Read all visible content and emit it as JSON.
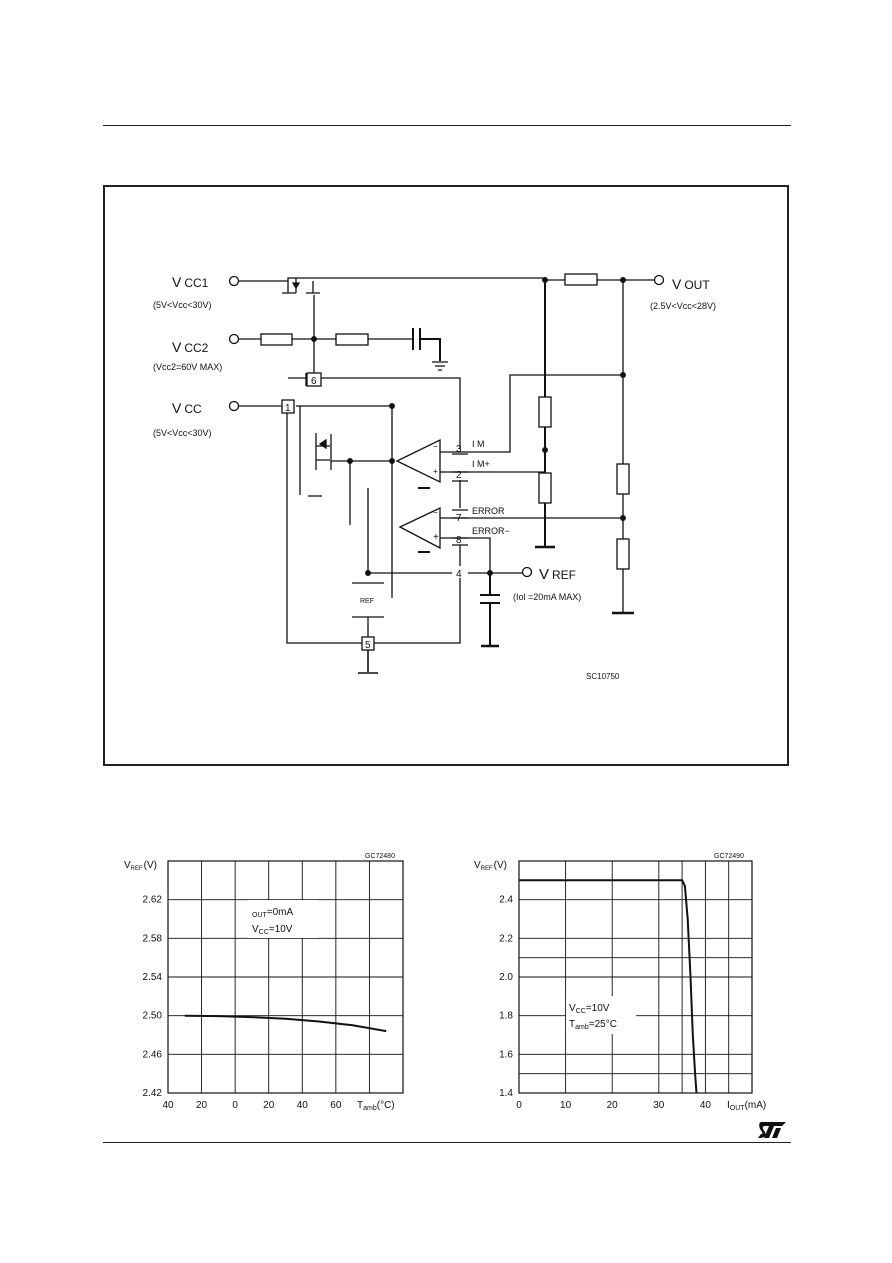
{
  "schematic": {
    "vcc1": {
      "label": "V",
      "sub": "CC1",
      "range": "(5V<Vcc<30V)"
    },
    "vcc2": {
      "label": "V",
      "sub": "CC2",
      "range": "(Vcc2=60V MAX)"
    },
    "vcc": {
      "label": "V",
      "sub": "CC",
      "range": "(5V<Vcc<30V)"
    },
    "vout": {
      "label": "V",
      "sub": "OUT",
      "range": "(2.5V<Vcc<28V)"
    },
    "vref": {
      "label": "V",
      "sub": "REF",
      "range": "(Iol =20mA MAX)"
    },
    "pins": {
      "p1": "1",
      "p2": "2",
      "p3": "3",
      "p4": "4",
      "p5": "5",
      "p6": "6",
      "p7": "7",
      "p8": "8"
    },
    "signals": {
      "i_m": "I M",
      "i_m_plus": "I M+",
      "error": "ERROR",
      "error_minus": "ERROR−"
    },
    "opamp_marks": {
      "minus": "−",
      "plus": "+"
    },
    "ref_label": "REF",
    "figure_code": "SC10750"
  },
  "chart_data": [
    {
      "type": "line",
      "code": "GC72480",
      "ylabel": "V",
      "ylabel_sub": "REF",
      "ylabel_unit": "(V)",
      "xlabel": "T",
      "xlabel_sub": "amb",
      "xlabel_unit": "(°C)",
      "annotations": [
        {
          "prefix": "",
          "sub": "OUT",
          "text": "=0mA"
        },
        {
          "prefix": "V",
          "sub": "CC",
          "text": "=10V"
        }
      ],
      "xlim": [
        -40,
        100
      ],
      "ylim": [
        2.42,
        2.66
      ],
      "x_ticks": [
        -40,
        -20,
        0,
        20,
        40,
        60
      ],
      "x_tick_labels": [
        "40",
        "20",
        "0",
        "20",
        "40",
        "60"
      ],
      "y_ticks": [
        2.42,
        2.46,
        2.5,
        2.54,
        2.58,
        2.62
      ],
      "y_tick_labels": [
        "2.42",
        "2.46",
        "2.50",
        "2.54",
        "2.58",
        "2.62"
      ],
      "x_grid": [
        -40,
        -20,
        0,
        20,
        40,
        60,
        80,
        100
      ],
      "y_grid": [
        2.42,
        2.46,
        2.5,
        2.54,
        2.58,
        2.62,
        2.66
      ],
      "series": [
        {
          "x": [
            -30,
            -10,
            10,
            30,
            50,
            70,
            90
          ],
          "y": [
            2.5,
            2.4996,
            2.4985,
            2.4968,
            2.494,
            2.49,
            2.484
          ]
        }
      ]
    },
    {
      "type": "line",
      "code": "GC72490",
      "ylabel": "V",
      "ylabel_sub": "REF",
      "ylabel_unit": "(V)",
      "xlabel": "I",
      "xlabel_sub": "OUT",
      "xlabel_unit": "(mA)",
      "annotations": [
        {
          "prefix": "V",
          "sub": "CC",
          "text": "=10V"
        },
        {
          "prefix": "T",
          "sub": "amb",
          "text": "=25°C"
        }
      ],
      "xlim": [
        0,
        50
      ],
      "ylim": [
        1.4,
        2.6
      ],
      "x_ticks": [
        0,
        10,
        20,
        30,
        40
      ],
      "x_tick_labels": [
        "0",
        "10",
        "20",
        "30",
        "40"
      ],
      "y_ticks": [
        1.4,
        1.6,
        1.8,
        2.0,
        2.2,
        2.4
      ],
      "y_tick_labels": [
        "1.4",
        "1.6",
        "1.8",
        "2.0",
        "2.2",
        "2.4"
      ],
      "x_grid": [
        0,
        10,
        20,
        30,
        35,
        40,
        45,
        50
      ],
      "y_grid": [
        1.4,
        1.5,
        1.6,
        1.8,
        2.0,
        2.1,
        2.2,
        2.4,
        2.6
      ],
      "series": [
        {
          "x": [
            0,
            35,
            35.6,
            36.2,
            36.8,
            37.3,
            37.8,
            38.1
          ],
          "y": [
            2.5,
            2.5,
            2.47,
            2.3,
            2.0,
            1.7,
            1.5,
            1.4
          ]
        }
      ]
    }
  ]
}
